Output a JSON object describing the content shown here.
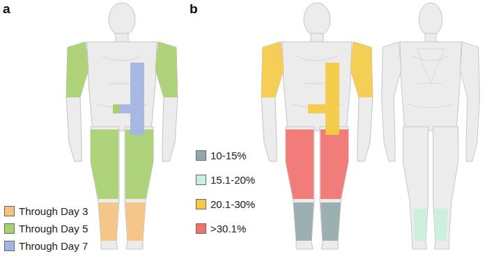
{
  "diagram": {
    "labels": [
      "a",
      "b"
    ],
    "legend": [
      {
        "text": "Through Day 3",
        "color": "#f6c27e"
      },
      {
        "text": "Through Day 5",
        "color": "#a9d06f"
      },
      {
        "text": "Through Day 7",
        "color": "#a3b6e3"
      },
      {
        "text": "10-15%",
        "color": "#93a8ab"
      },
      {
        "text": "15.1-20%",
        "color": "#c9f0dc"
      },
      {
        "text": "20.1-30%",
        "color": "#f5cb45"
      },
      {
        "text": ">30.1%",
        "color": "#f2706d"
      }
    ]
  }
}
